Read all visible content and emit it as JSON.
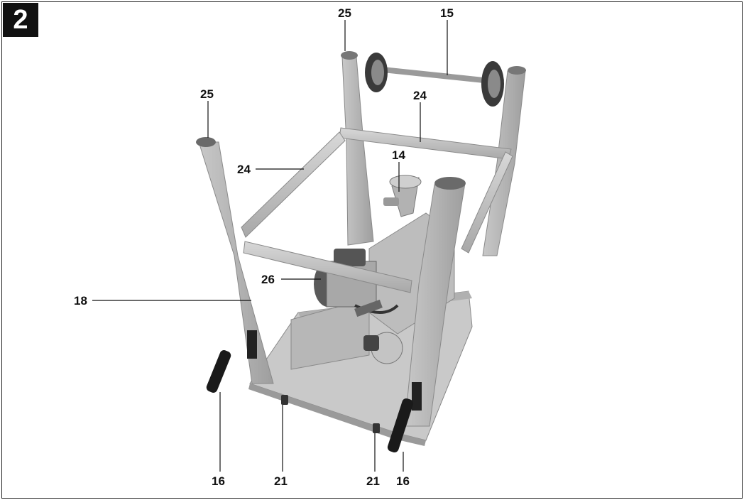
{
  "figure": {
    "number": "2"
  },
  "callouts": {
    "c25a": "25",
    "c15": "15",
    "c25b": "25",
    "c24a": "24",
    "c24b": "24",
    "c14": "14",
    "c26": "26",
    "c18": "18",
    "c16a": "16",
    "c21a": "21",
    "c21b": "21",
    "c16b": "16"
  },
  "colors": {
    "frame": "#b9b9b9",
    "frame_dark": "#8c8c8c",
    "frame_light": "#d6d6d6",
    "wheel": "#3a3a3a",
    "handle": "#222222"
  }
}
